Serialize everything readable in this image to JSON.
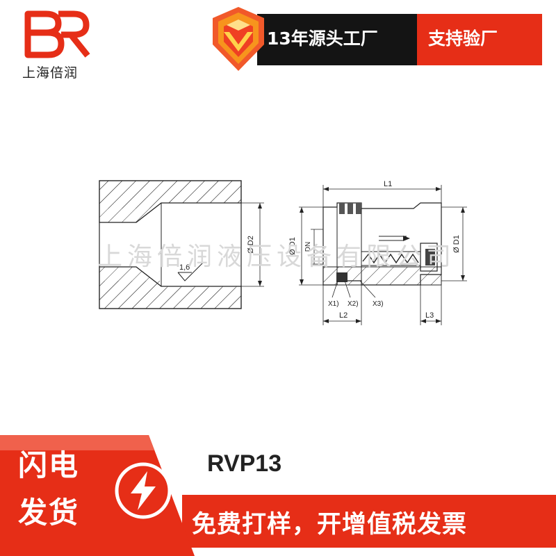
{
  "brand": {
    "company_name": "上海倍润",
    "logo_letters": "BR",
    "logo_color": "#e62e17"
  },
  "top_banner": {
    "text_left": "13年源头工厂",
    "text_right": "支持验厂",
    "bg_dark": "#141414",
    "bg_red": "#e62e17"
  },
  "drawing": {
    "watermark": "上海倍润液压设备有限公司",
    "labels": {
      "d2": "Ø D2",
      "roughness": "1,6",
      "l1": "L1",
      "d1_left": "Ø D1",
      "dn": "DN",
      "d1_right": "Ø D1",
      "x1": "X1)",
      "x2": "X2)",
      "x3": "X3)",
      "l2": "L2",
      "l3": "L3"
    }
  },
  "product": {
    "model": "RVP13"
  },
  "bottom_banner": {
    "text": "免费打样，开增值税发票",
    "flash_line_1": "闪电",
    "flash_line_2": "发货",
    "flash_icon": "lightning-icon"
  }
}
